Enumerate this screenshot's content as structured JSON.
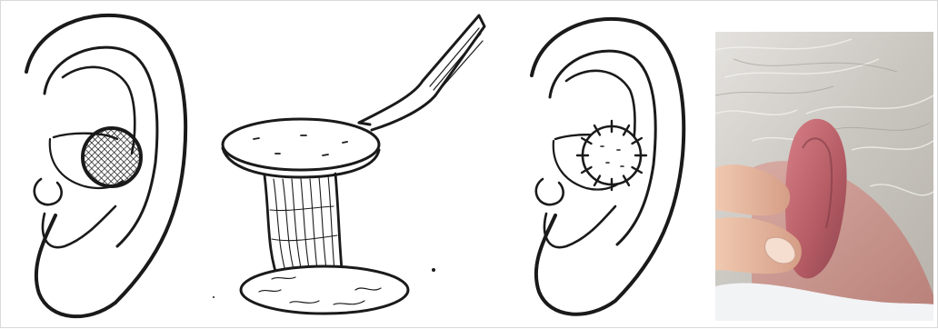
{
  "figure": {
    "panels": [
      {
        "id": "ear-with-defect",
        "kind": "line-illustration"
      },
      {
        "id": "flap-graft-with-forceps",
        "kind": "line-illustration"
      },
      {
        "id": "ear-with-sutured-graft",
        "kind": "line-illustration"
      },
      {
        "id": "postoperative-ear-photo",
        "kind": "photograph"
      }
    ],
    "colors": {
      "ink": "#1a1a1a",
      "paper": "#ffffff",
      "hair": "#d2d0cc",
      "skin": "#c98a86",
      "ear": "#b05a63",
      "finger": "#e2b49a"
    }
  }
}
